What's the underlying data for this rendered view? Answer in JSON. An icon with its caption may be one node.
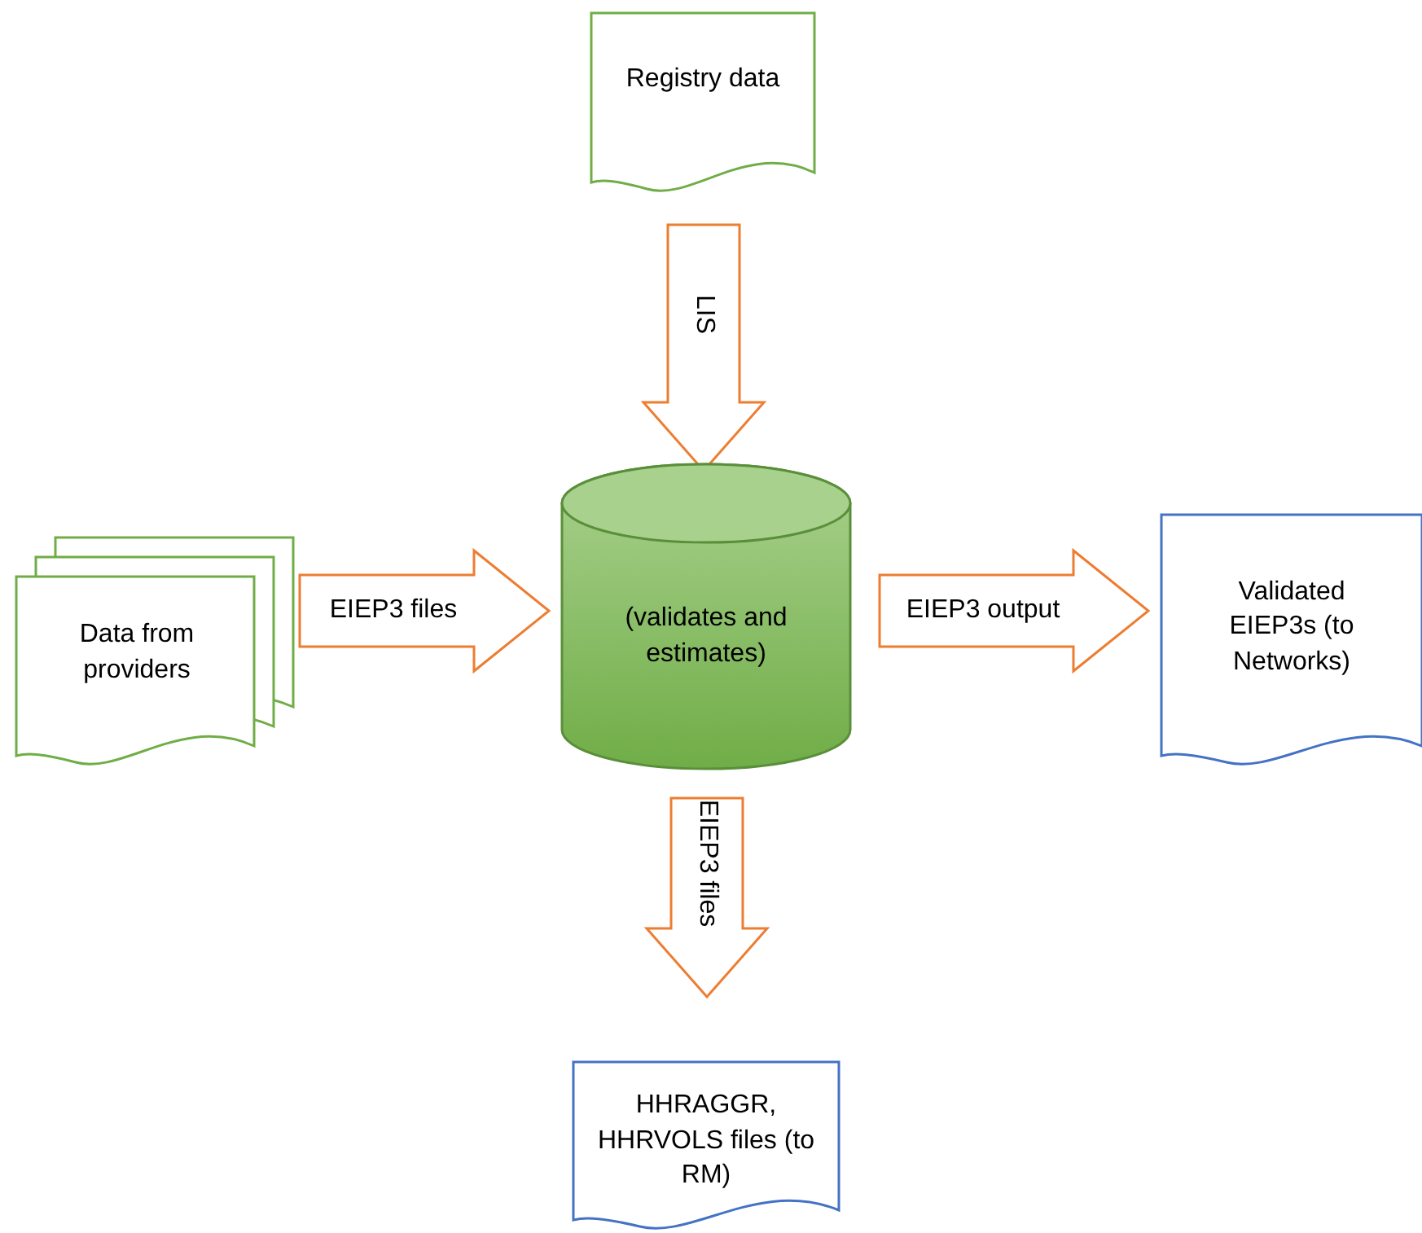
{
  "diagram": {
    "nodes": [
      {
        "text": [
          "Registry data"
        ]
      },
      {
        "text": [
          "Data from providers"
        ]
      },
      {
        "text": [
          "(validates and estimates)"
        ]
      },
      {
        "text": [
          "Validated EIEP3s (to Networks)"
        ]
      },
      {
        "text": [
          "HHRAGGR, HHRVOLS files (to RM)"
        ]
      }
    ],
    "edges": [
      {
        "from": 0,
        "to": 2,
        "arrow": "to",
        "label": "LIS"
      },
      {
        "from": 1,
        "to": 2,
        "arrow": "to",
        "label": "EIEP3 files"
      },
      {
        "from": 2,
        "to": 3,
        "arrow": "to",
        "label": "EIEP3 output"
      },
      {
        "from": 2,
        "to": 4,
        "arrow": "to",
        "label": "EIEP3 files"
      }
    ]
  }
}
